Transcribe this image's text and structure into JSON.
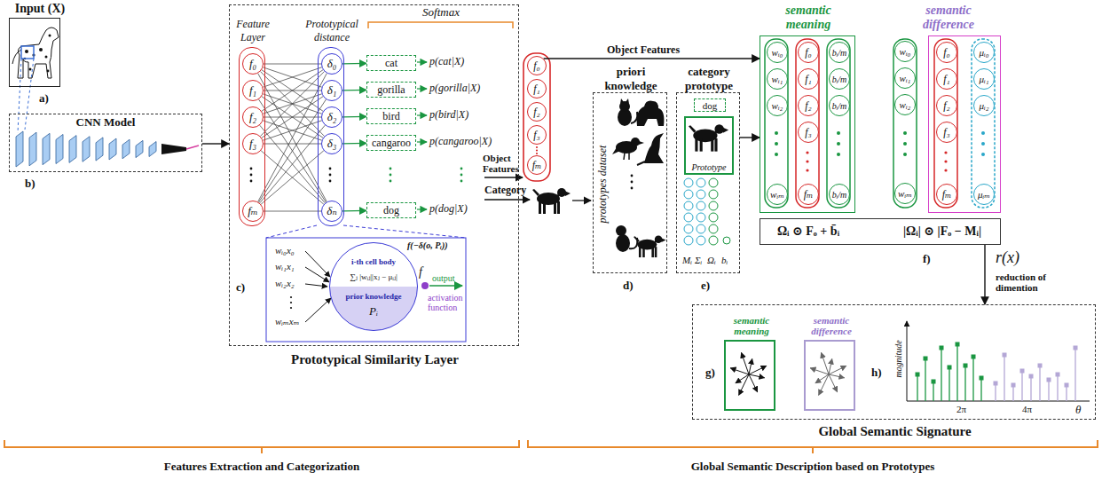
{
  "diagram": {
    "nodes": [
      {
        "text": [
          "Input (X)"
        ]
      },
      {
        "text": [
          "CNN Model"
        ]
      },
      {
        "text": [
          "Prototypical Similarity Layer"
        ]
      },
      {
        "text": [
          "Feature Layer"
        ],
        "in": 2
      },
      {
        "text": [
          "f₀"
        ],
        "in": 3
      },
      {
        "text": [
          "f₁"
        ],
        "in": 3
      },
      {
        "text": [
          "f₂"
        ],
        "in": 3
      },
      {
        "text": [
          "f₃"
        ],
        "in": 3
      },
      {
        "text": [
          "fₘ"
        ],
        "in": 3
      },
      {
        "text": [
          "Prototypical distance"
        ],
        "in": 2
      },
      {
        "text": [
          "δ₀"
        ],
        "in": 9
      },
      {
        "text": [
          "δ₁"
        ],
        "in": 9
      },
      {
        "text": [
          "δ₂"
        ],
        "in": 9
      },
      {
        "text": [
          "δ₃"
        ],
        "in": 9
      },
      {
        "text": [
          "δₙ"
        ],
        "in": 9
      },
      {
        "text": [
          "cat"
        ],
        "in": 2
      },
      {
        "text": [
          "gorilla"
        ],
        "in": 2
      },
      {
        "text": [
          "bird"
        ],
        "in": 2
      },
      {
        "text": [
          "cangaroo"
        ],
        "in": 2
      },
      {
        "text": [
          "dog"
        ],
        "in": 2
      },
      {
        "text": [
          "i-th cell body",
          "∑ⱼ |wᵢⱼ||xⱼ − μᵢⱼ|",
          "prior knowledge",
          "Pᵢ"
        ],
        "in": 2
      },
      {
        "text": [
          "f₀"
        ]
      },
      {
        "text": [
          "f₁"
        ]
      },
      {
        "text": [
          "f₂"
        ]
      },
      {
        "text": [
          "f₃"
        ]
      },
      {
        "text": [
          "fₘ"
        ]
      },
      {
        "text": [
          "priori knowledge",
          "prototypes dataset"
        ]
      },
      {
        "text": [
          "category prototype"
        ]
      },
      {
        "text": [
          "dog"
        ],
        "in": 27
      },
      {
        "text": [
          "Prototype"
        ],
        "in": 27
      },
      {
        "text": [
          "semantic meaning"
        ]
      },
      {
        "text": [
          "wᵢ₀"
        ],
        "in": 30
      },
      {
        "text": [
          "wᵢ₁"
        ],
        "in": 30
      },
      {
        "text": [
          "wᵢ₂"
        ],
        "in": 30
      },
      {
        "text": [
          "wᵢₘ"
        ],
        "in": 30
      },
      {
        "text": [
          "f₀"
        ],
        "in": 30
      },
      {
        "text": [
          "f₁"
        ],
        "in": 30
      },
      {
        "text": [
          "f₂"
        ],
        "in": 30
      },
      {
        "text": [
          "f₃"
        ],
        "in": 30
      },
      {
        "text": [
          "fₘ"
        ],
        "in": 30
      },
      {
        "text": [
          "bᵢ/m"
        ],
        "in": 30
      },
      {
        "text": [
          "bᵢ/m"
        ],
        "in": 30
      },
      {
        "text": [
          "bᵢ/m"
        ],
        "in": 30
      },
      {
        "text": [
          "bᵢ/m"
        ],
        "in": 30
      },
      {
        "text": [
          "wᵢ₀"
        ]
      },
      {
        "text": [
          "wᵢ₁"
        ]
      },
      {
        "text": [
          "wᵢ₂"
        ]
      },
      {
        "text": [
          "wᵢₘ"
        ]
      },
      {
        "text": [
          "semantic difference"
        ]
      },
      {
        "text": [
          "f₀"
        ],
        "in": 48
      },
      {
        "text": [
          "f₁"
        ],
        "in": 48
      },
      {
        "text": [
          "f₂"
        ],
        "in": 48
      },
      {
        "text": [
          "f₃"
        ],
        "in": 48
      },
      {
        "text": [
          "fₘ"
        ],
        "in": 48
      },
      {
        "text": [
          "μᵢ₀"
        ],
        "in": 48
      },
      {
        "text": [
          "μᵢ₁"
        ],
        "in": 48
      },
      {
        "text": [
          "μᵢ₂"
        ],
        "in": 48
      },
      {
        "text": [
          "μᵢₘ"
        ],
        "in": 48
      },
      {
        "text": [
          "Ωᵢ ⊙ Fₒ + b̄ᵢ",
          "|Ωᵢ| ⊙ |Fₒ − Mᵢ|"
        ]
      },
      {
        "text": [
          "Global Semantic Signature"
        ]
      },
      {
        "text": [
          "semantic meaning"
        ],
        "in": 59
      },
      {
        "text": [
          "semantic difference"
        ],
        "in": 59
      }
    ],
    "edges": [
      {
        "from": 1,
        "to": 2,
        "arrow": "to"
      },
      {
        "from": 4,
        "to": 10,
        "arrow": "none"
      },
      {
        "from": 4,
        "to": 11,
        "arrow": "none"
      },
      {
        "from": 4,
        "to": 12,
        "arrow": "none"
      },
      {
        "from": 4,
        "to": 13,
        "arrow": "none"
      },
      {
        "from": 4,
        "to": 14,
        "arrow": "none"
      },
      {
        "from": 5,
        "to": 10,
        "arrow": "none"
      },
      {
        "from": 5,
        "to": 11,
        "arrow": "none"
      },
      {
        "from": 5,
        "to": 12,
        "arrow": "none"
      },
      {
        "from": 5,
        "to": 13,
        "arrow": "none"
      },
      {
        "from": 5,
        "to": 14,
        "arrow": "none"
      },
      {
        "from": 6,
        "to": 10,
        "arrow": "none"
      },
      {
        "from": 6,
        "to": 11,
        "arrow": "none"
      },
      {
        "from": 6,
        "to": 12,
        "arrow": "none"
      },
      {
        "from": 6,
        "to": 13,
        "arrow": "none"
      },
      {
        "from": 6,
        "to": 14,
        "arrow": "none"
      },
      {
        "from": 7,
        "to": 10,
        "arrow": "none"
      },
      {
        "from": 7,
        "to": 11,
        "arrow": "none"
      },
      {
        "from": 7,
        "to": 12,
        "arrow": "none"
      },
      {
        "from": 7,
        "to": 13,
        "arrow": "none"
      },
      {
        "from": 7,
        "to": 14,
        "arrow": "none"
      },
      {
        "from": 8,
        "to": 10,
        "arrow": "none"
      },
      {
        "from": 8,
        "to": 11,
        "arrow": "none"
      },
      {
        "from": 8,
        "to": 12,
        "arrow": "none"
      },
      {
        "from": 8,
        "to": 13,
        "arrow": "none"
      },
      {
        "from": 8,
        "to": 14,
        "arrow": "none"
      },
      {
        "from": 10,
        "to": 15,
        "arrow": "to"
      },
      {
        "from": 11,
        "to": 16,
        "arrow": "to"
      },
      {
        "from": 12,
        "to": 17,
        "arrow": "to"
      },
      {
        "from": 13,
        "to": 18,
        "arrow": "to"
      },
      {
        "from": 14,
        "to": 19,
        "arrow": "to"
      },
      {
        "from": 21,
        "to": 30,
        "label": "Object Features",
        "arrow": "to"
      },
      {
        "from": 27,
        "to": 30,
        "arrow": "to"
      },
      {
        "from": 58,
        "to": 59,
        "label": "r(x)",
        "arrow": "to"
      }
    ],
    "labels": [
      "a)",
      "b)",
      "Softmax",
      "p(cat|X)",
      "p(gorilla|X)",
      "p(bird|X)",
      "p(cangaroo|X)",
      "p(dog|X)",
      "c)",
      "wᵢ₀x₀",
      "wᵢ₁x₁",
      "wᵢ₂x₂",
      "wᵢₘxₘ",
      "f(−δ(o, Pᵢ))",
      "f",
      "output",
      "activation function",
      "Object Features",
      "Category",
      "d)",
      "Mᵢ",
      "Σᵢ",
      "Ωᵢ",
      "bᵢ",
      "e)",
      "f)",
      "reduction of dimention",
      "g)",
      "h)",
      "magnitude",
      "2π",
      "4π",
      "θ",
      "Features Extraction and Categorization",
      "Global Semantic Description based on Prototypes"
    ]
  }
}
